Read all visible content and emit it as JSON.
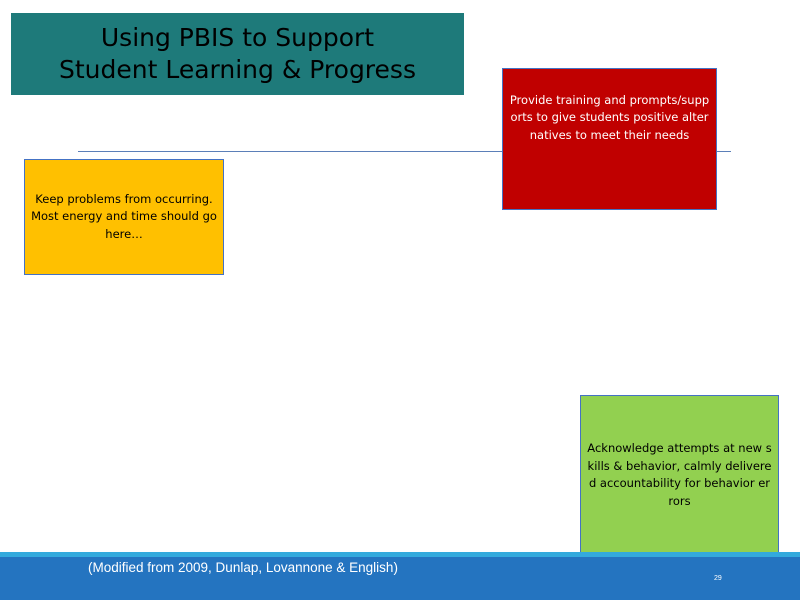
{
  "slide": {
    "title": "Using PBIS to Support\nStudent Learning & Progress",
    "boxes": {
      "red": "Provide training and prompts/supports to give students positive alternatives to meet their needs",
      "yellow": "Keep problems from occurring.  Most energy and time should go here…",
      "green": "Acknowledge attempts at new skills & behavior, calmly delivered accountability for behavior errors"
    },
    "citation": "(Modified from 2009, Dunlap, Lovannone & English)",
    "page_number": "29"
  },
  "colors": {
    "title_bg": "#1e7a7a",
    "red_box": "#c00000",
    "yellow_box": "#ffc000",
    "green_box": "#92d050",
    "footer": "#2474c0",
    "footer_stripe": "#33aadd"
  }
}
